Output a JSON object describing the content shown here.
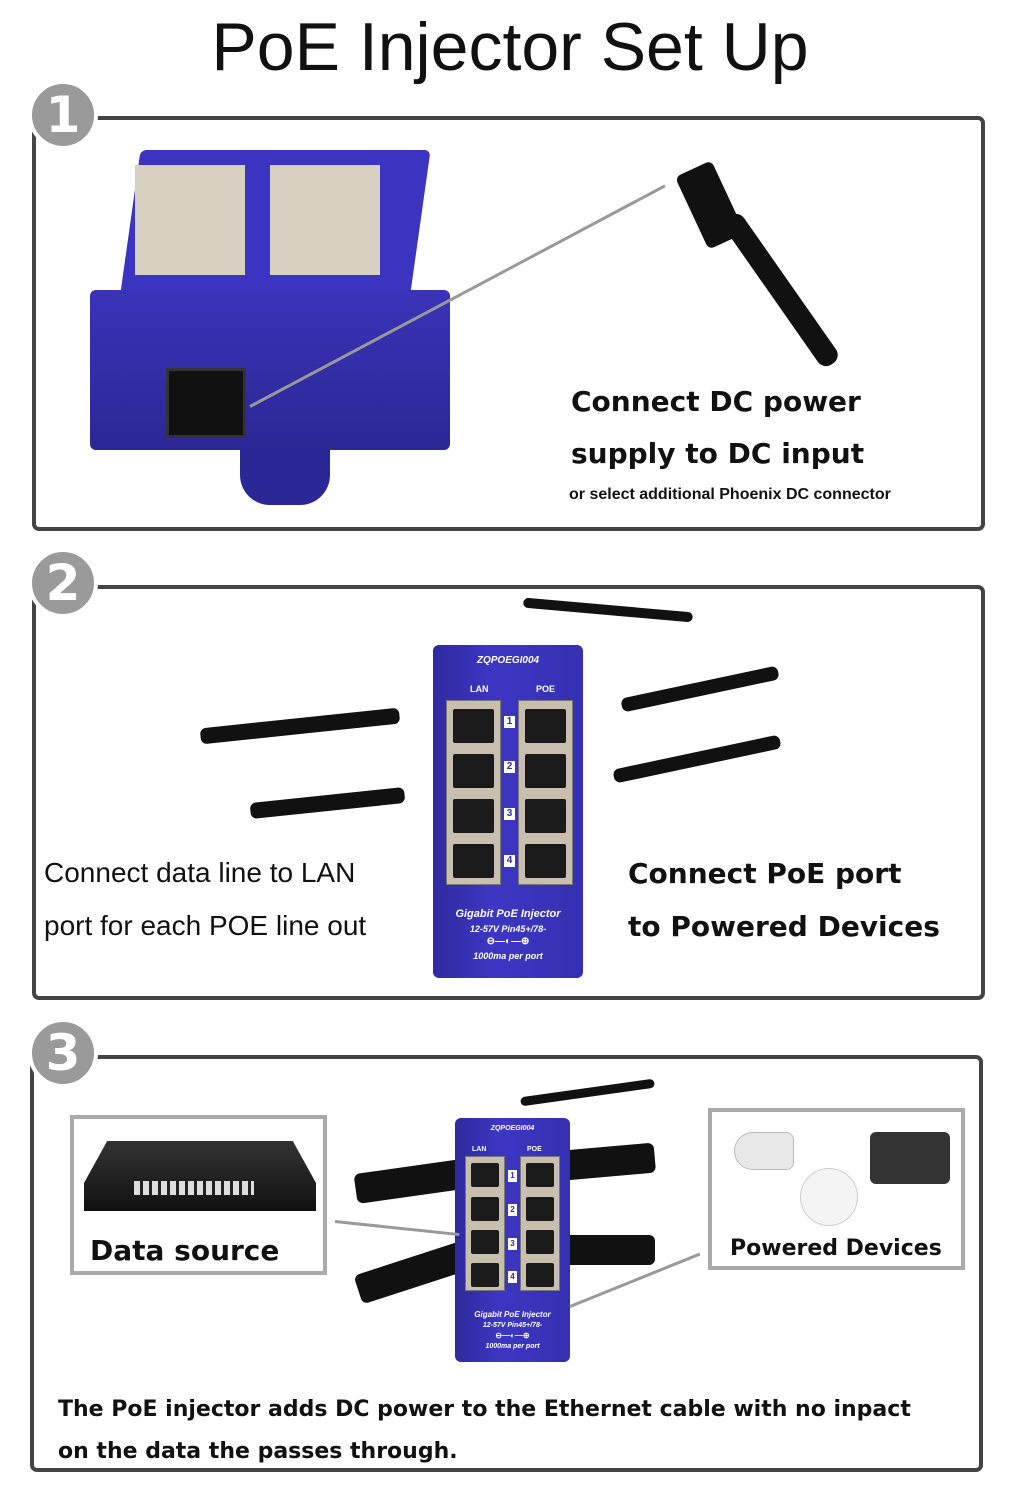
{
  "title": "PoE Injector Set Up",
  "steps": [
    {
      "number": "1",
      "line1": "Connect DC power",
      "line2": "supply to DC input",
      "note": "or select additional Phoenix DC connector"
    },
    {
      "number": "2",
      "left_line1": "Connect data line to LAN",
      "left_line2": "port for each POE line out",
      "right_line1": "Connect PoE port",
      "right_line2": "to Powered Devices"
    },
    {
      "number": "3",
      "data_source": "Data source",
      "powered_devices": "Powered Devices",
      "caption_line1": "The PoE injector adds DC power to the Ethernet cable with no inpact",
      "caption_line2": "on the data the passes through."
    }
  ],
  "device": {
    "model": "ZQPOEGI004",
    "lan": "LAN",
    "poe": "POE",
    "ports": [
      "1",
      "2",
      "3",
      "4"
    ],
    "name": "Gigabit PoE Injector",
    "spec": "12-57V  Pin45+/78-",
    "polarity": "⊖—◐—⊕",
    "current": "1000ma per port"
  },
  "colors": {
    "device_blue": "#3530b0",
    "step_gray": "#9a9a9a",
    "border": "#444444"
  }
}
